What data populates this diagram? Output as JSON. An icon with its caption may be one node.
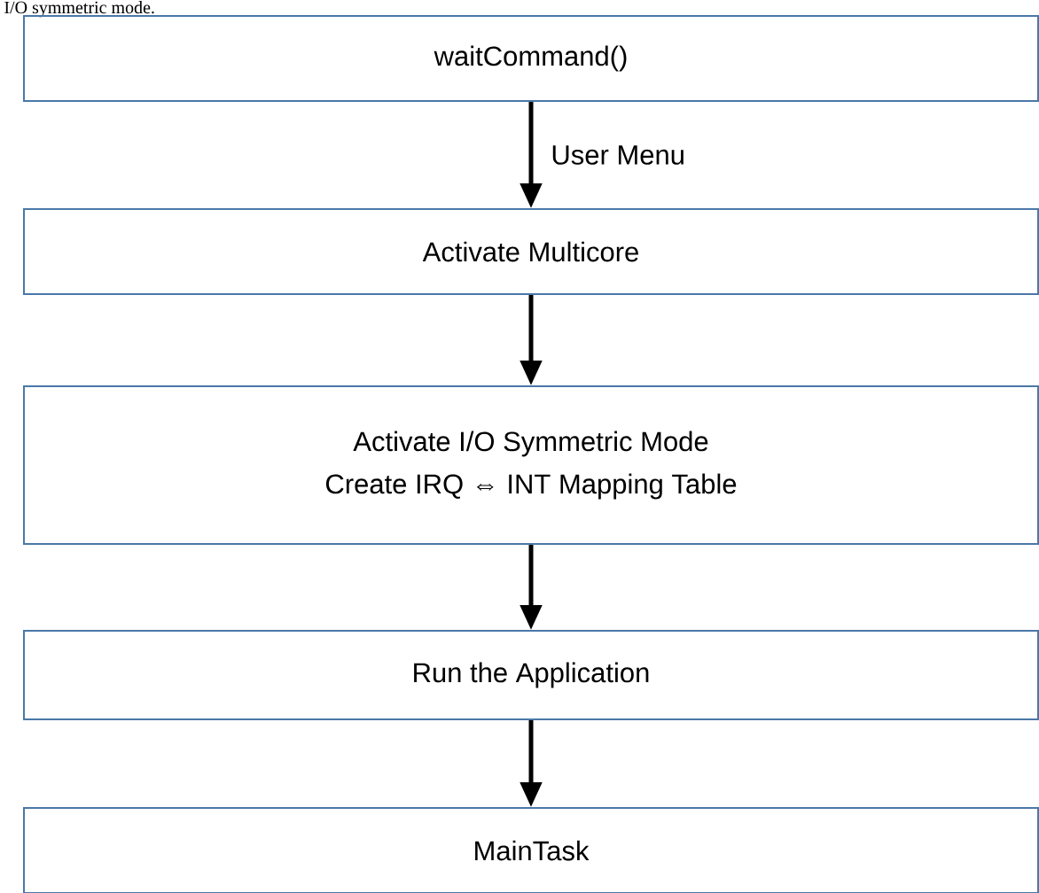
{
  "diagram": {
    "nodes": [
      {
        "text": [
          "waitCommand()"
        ]
      },
      {
        "text": [
          "Activate Multicore"
        ]
      },
      {
        "text": [
          "Activate I/O Symmetric Mode",
          "Create IRQ ⇔ INT Mapping Table"
        ]
      },
      {
        "text": [
          "Run the Application"
        ]
      },
      {
        "text": [
          "MainTask"
        ]
      }
    ],
    "edges": [
      {
        "from": 0,
        "to": 1,
        "arrow": "to",
        "label": "User Menu"
      },
      {
        "from": 1,
        "to": 2,
        "arrow": "to"
      },
      {
        "from": 2,
        "to": 3,
        "arrow": "to"
      },
      {
        "from": 3,
        "to": 4,
        "arrow": "to"
      }
    ],
    "labels": [
      "I/O symmetric mode."
    ]
  }
}
